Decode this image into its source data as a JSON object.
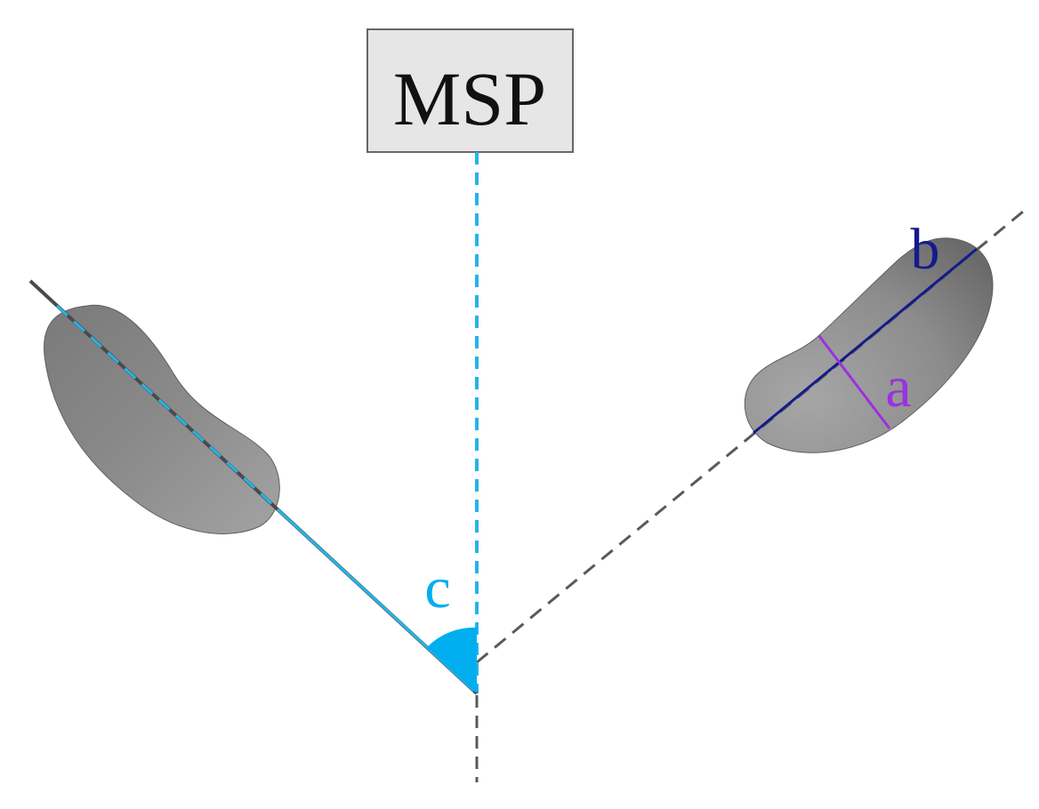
{
  "labels": {
    "reference_box": "MSP",
    "width_label": "a",
    "length_label": "b",
    "angle_label": "c"
  },
  "colors": {
    "msp_line": "#23b5e8",
    "angle_fill": "#00aeef",
    "dashed_axis": "#5a5a5a",
    "length_line": "#151a8c",
    "width_line": "#9b30e0",
    "shape_fill_light": "#a2a2a2",
    "shape_fill_dark": "#6c6c6c",
    "box_fill": "#e6e6e6",
    "box_stroke": "#666666"
  }
}
